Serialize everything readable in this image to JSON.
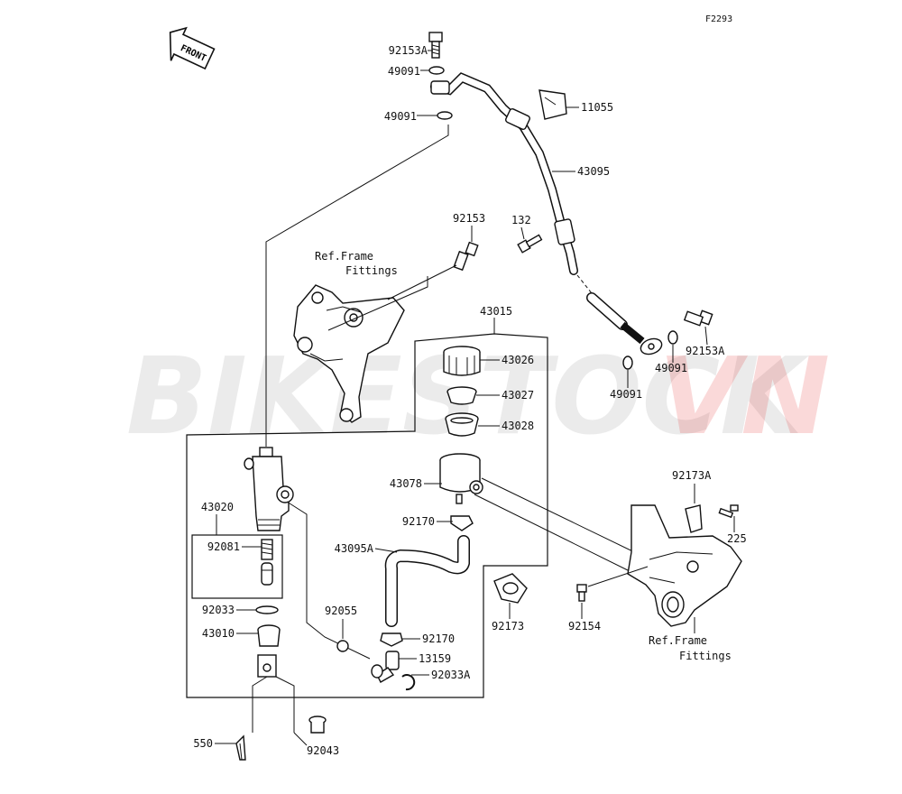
{
  "figure_code": "F2293",
  "front_label": "FRONT",
  "watermark": {
    "part1": "BIKESTOCK",
    "part2": "VN",
    "color1": "#8a8a8a",
    "color2": "#e11b1b"
  },
  "labels": {
    "p92153A_top": "92153A",
    "p49091_top1": "49091",
    "p49091_top2": "49091",
    "p11055": "11055",
    "p43095": "43095",
    "p132": "132",
    "p92153": "92153",
    "ref_frame_top_1": "Ref.Frame",
    "ref_frame_top_2": "Fittings",
    "p43015": "43015",
    "p92153A_right": "92153A",
    "p49091_right1": "49091",
    "p49091_right2": "49091",
    "p43026": "43026",
    "p43027": "43027",
    "p43028": "43028",
    "p43078": "43078",
    "p92170_a": "92170",
    "p43095A": "43095A",
    "p92173A": "92173A",
    "p225": "225",
    "p43020": "43020",
    "p92081": "92081",
    "p92033": "92033",
    "p43010": "43010",
    "p92055": "92055",
    "p92170_b": "92170",
    "p13159": "13159",
    "p92033A": "92033A",
    "p92173": "92173",
    "p92154": "92154",
    "ref_frame_bot_1": "Ref.Frame",
    "ref_frame_bot_2": "Fittings",
    "p550": "550",
    "p92043": "92043"
  }
}
